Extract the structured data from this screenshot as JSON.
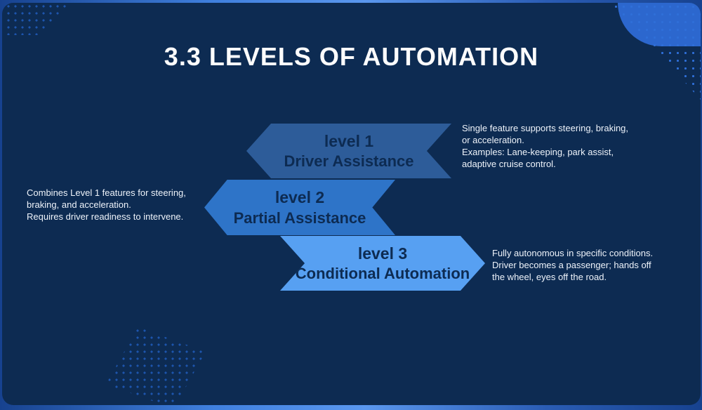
{
  "slide": {
    "title": "3.3 LEVELS OF AUTOMATION",
    "levels": [
      {
        "label": "level 1",
        "name": "Driver Assistance",
        "color": "#2d5c99",
        "note": "Single feature supports steering, braking,\nor acceleration.\nExamples: Lane-keeping, park assist,\nadaptive cruise control.",
        "note_side": "right"
      },
      {
        "label": "level 2",
        "name": "Partial Assistance",
        "color": "#2e74c8",
        "note": "Combines Level 1 features for steering,\nbraking, and acceleration.\nRequires driver readiness to intervene.",
        "note_side": "left"
      },
      {
        "label": "level 3",
        "name": "Conditional Automation",
        "color": "#57a0f2",
        "note": "Fully autonomous in specific conditions.\nDriver becomes a passenger; hands off\nthe wheel, eyes off the road.",
        "note_side": "right"
      }
    ],
    "colors": {
      "background": "#0d2b52",
      "frame_blue": "#3f7fdd",
      "banner_text": "#0d2b52",
      "note_text": "#eef3fa",
      "title_text": "#fdfdfd",
      "dots_dim": "#1d55ad",
      "dots_bright": "#2f6fd8"
    }
  }
}
